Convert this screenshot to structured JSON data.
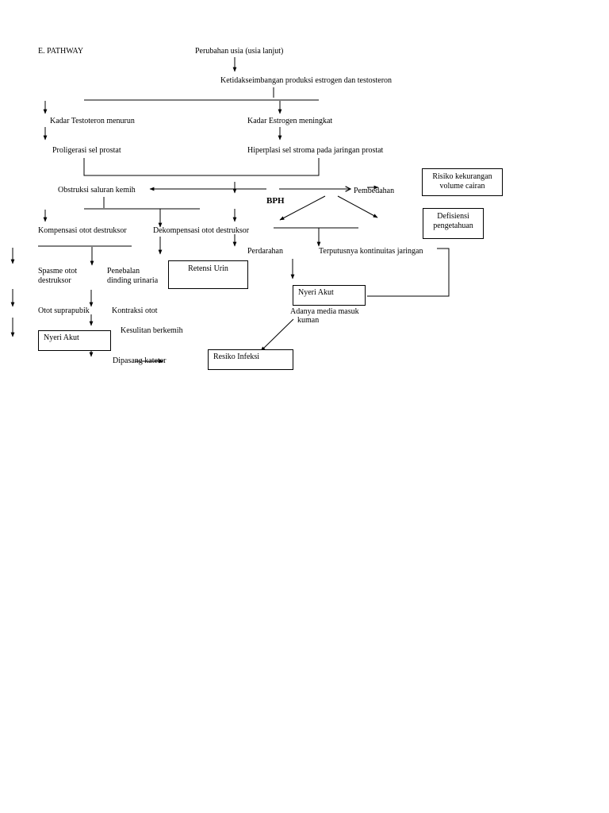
{
  "title": "E. PATHWAY",
  "nodes": {
    "perubahan_usia": "Perubahan usia (usia lanjut)",
    "ketidakseimbangan": "Ketidakseimbangan produksi estrogen dan testosteron",
    "kadar_testoteron": "Kadar Testoteron menurun",
    "kadar_estrogen": "Kadar Estrogen meningkat",
    "proligerasi": "Proligerasi sel prostat",
    "hiperplasi": "Hiperplasi sel stroma pada jaringan prostat",
    "obstruksi": "Obstruksi saluran kemih",
    "bph": "BPH",
    "pembedahan": "Pembedahan",
    "risiko_kekurangan": "Risiko kekurangan volume cairan",
    "defisiensi": "Defisiensi pengetahuan",
    "kompensasi": "Kompensasi otot destruksor",
    "dekompensasi": "Dekompensasi otot destruksor",
    "perdarahan": "Perdarahan",
    "terputusnya": "Terputusnya kontinuitas jaringan",
    "spasme_1": "Spasme otot",
    "spasme_2": "destruksor",
    "penebalan_1": "Penebalan",
    "penebalan_2": "dinding urinaria",
    "retensi": "Retensi Urin",
    "nyeri_akut_right": "Nyeri Akut",
    "otot_suprapubik": "Otot suprapubik",
    "kontraksi": "Kontraksi otot",
    "adanya_media_1": "Adanya media masuk",
    "adanya_media_2": "kuman",
    "kesulitan": "Kesulitan berkemih",
    "nyeri_akut_left": "Nyeri Akut",
    "resiko_infeksi": "Resiko Infeksi",
    "dipasang": "Dipasang kateter"
  }
}
